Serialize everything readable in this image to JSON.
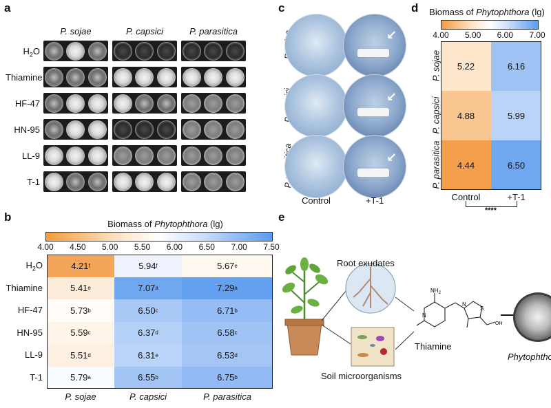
{
  "panel_a": {
    "letter": "a",
    "columns": [
      "P. sojae",
      "P. capsici",
      "P. parasitica"
    ],
    "rows": [
      {
        "label_main": "H",
        "label_sub": "2",
        "label_tail": "O"
      },
      {
        "label_main": "Thiamine",
        "label_sub": "",
        "label_tail": ""
      },
      {
        "label_main": "HF-47",
        "label_sub": "",
        "label_tail": ""
      },
      {
        "label_main": "HN-95",
        "label_sub": "",
        "label_tail": ""
      },
      {
        "label_main": "LL-9",
        "label_sub": "",
        "label_tail": ""
      },
      {
        "label_main": "T-1",
        "label_sub": "",
        "label_tail": ""
      }
    ]
  },
  "panel_b": {
    "letter": "b",
    "colorbar_title_pre": "Biomass of ",
    "colorbar_title_italic": "Phytophthora",
    "colorbar_title_post": " (lg)",
    "ticks": [
      "4.00",
      "4.50",
      "5.00",
      "5.50",
      "6.00",
      "6.50",
      "7.00",
      "7.50"
    ],
    "columns": [
      "P. sojae",
      "P. capsici",
      "P. parasitica"
    ],
    "rows": [
      {
        "label_main": "H",
        "label_sub": "2",
        "label_tail": "O",
        "cells": [
          {
            "v": "4.21",
            "s": "f",
            "c": "#f4a55a"
          },
          {
            "v": "5.94",
            "s": "f",
            "c": "#eef3fd"
          },
          {
            "v": "5.67",
            "s": "e",
            "c": "#fff8f0"
          }
        ]
      },
      {
        "label_main": "Thiamine",
        "label_sub": "",
        "label_tail": "",
        "cells": [
          {
            "v": "5.41",
            "s": "e",
            "c": "#fdecd9"
          },
          {
            "v": "7.07",
            "s": "a",
            "c": "#6fa7f1"
          },
          {
            "v": "7.29",
            "s": "a",
            "c": "#63a0f0"
          }
        ]
      },
      {
        "label_main": "HF-47",
        "label_sub": "",
        "label_tail": "",
        "cells": [
          {
            "v": "5.73",
            "s": "b",
            "c": "#fffcf9"
          },
          {
            "v": "6.50",
            "s": "c",
            "c": "#a8c8f6"
          },
          {
            "v": "6.71",
            "s": "b",
            "c": "#95bcf4"
          }
        ]
      },
      {
        "label_main": "HN-95",
        "label_sub": "",
        "label_tail": "",
        "cells": [
          {
            "v": "5.59",
            "s": "c",
            "c": "#fef4e9"
          },
          {
            "v": "6.37",
            "s": "d",
            "c": "#b5d0f7"
          },
          {
            "v": "6.58",
            "s": "c",
            "c": "#a0c3f5"
          }
        ]
      },
      {
        "label_main": "LL-9",
        "label_sub": "",
        "label_tail": "",
        "cells": [
          {
            "v": "5.51",
            "s": "d",
            "c": "#fdf0e2"
          },
          {
            "v": "6.31",
            "s": "e",
            "c": "#bad3f8"
          },
          {
            "v": "6.53",
            "s": "d",
            "c": "#a5c6f5"
          }
        ]
      },
      {
        "label_main": "T-1",
        "label_sub": "",
        "label_tail": "",
        "cells": [
          {
            "v": "5.79",
            "s": "a",
            "c": "#f8fbff"
          },
          {
            "v": "6.55",
            "s": "b",
            "c": "#a3c5f5"
          },
          {
            "v": "6.75",
            "s": "b",
            "c": "#92baf4"
          }
        ]
      }
    ]
  },
  "panel_c": {
    "letter": "c",
    "rows": [
      "P. sojae",
      "P. capsici",
      "P. parasitica"
    ],
    "columns": [
      "Control",
      "+T-1"
    ]
  },
  "panel_d": {
    "letter": "d",
    "colorbar_title_pre": "Biomass of ",
    "colorbar_title_italic": "Phytophthora",
    "colorbar_title_post": " (lg)",
    "ticks": [
      "4.00",
      "5.00",
      "6.00",
      "7.00"
    ],
    "rows": [
      "P. sojae",
      "P. capsici",
      "P. parasitica"
    ],
    "columns": [
      "Control",
      "+T-1"
    ],
    "cells": [
      [
        {
          "v": "5.22",
          "c": "#fde6cc"
        },
        {
          "v": "6.16",
          "c": "#9fc2f5"
        }
      ],
      [
        {
          "v": "4.88",
          "c": "#f9c590"
        },
        {
          "v": "5.99",
          "c": "#bad3f8"
        }
      ],
      [
        {
          "v": "4.44",
          "c": "#f49f4c"
        },
        {
          "v": "6.50",
          "c": "#6fa7f1"
        }
      ]
    ],
    "significance": "****"
  },
  "panel_e": {
    "letter": "e",
    "root_exudates": "Root exudates",
    "soil_microorganisms": "Soil microorganisms",
    "thiamine": "Thiamine",
    "phytophthora": "Phytophthora",
    "nh2": "NH",
    "nh2_sub": "2",
    "oh": "OH",
    "n_label": "N",
    "s_label": "S"
  },
  "chart_data": [
    {
      "type": "heatmap",
      "title": "Biomass of Phytophthora (lg)",
      "x": [
        "P. sojae",
        "P. capsici",
        "P. parasitica"
      ],
      "y": [
        "H2O",
        "Thiamine",
        "HF-47",
        "HN-95",
        "LL-9",
        "T-1"
      ],
      "values": [
        [
          4.21,
          5.94,
          5.67
        ],
        [
          5.41,
          7.07,
          7.29
        ],
        [
          5.73,
          6.5,
          6.71
        ],
        [
          5.59,
          6.37,
          6.58
        ],
        [
          5.51,
          6.31,
          6.53
        ],
        [
          5.79,
          6.55,
          6.75
        ]
      ],
      "range": [
        4.0,
        7.5
      ]
    },
    {
      "type": "heatmap",
      "title": "Biomass of Phytophthora (lg)",
      "x": [
        "Control",
        "+T-1"
      ],
      "y": [
        "P. sojae",
        "P. capsici",
        "P. parasitica"
      ],
      "values": [
        [
          5.22,
          6.16
        ],
        [
          4.88,
          5.99
        ],
        [
          4.44,
          6.5
        ]
      ],
      "range": [
        4.0,
        7.0
      ]
    }
  ]
}
